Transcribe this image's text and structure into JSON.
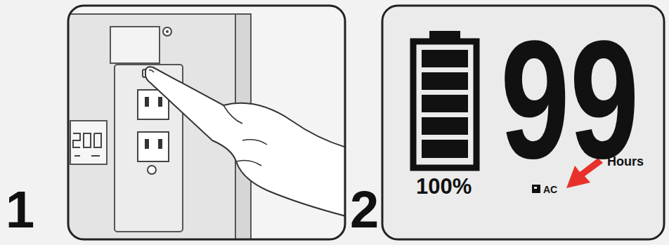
{
  "diagram": {
    "labels": [
      "1",
      "2",
      "100%",
      "AC",
      "99",
      "Hours"
    ]
  }
}
